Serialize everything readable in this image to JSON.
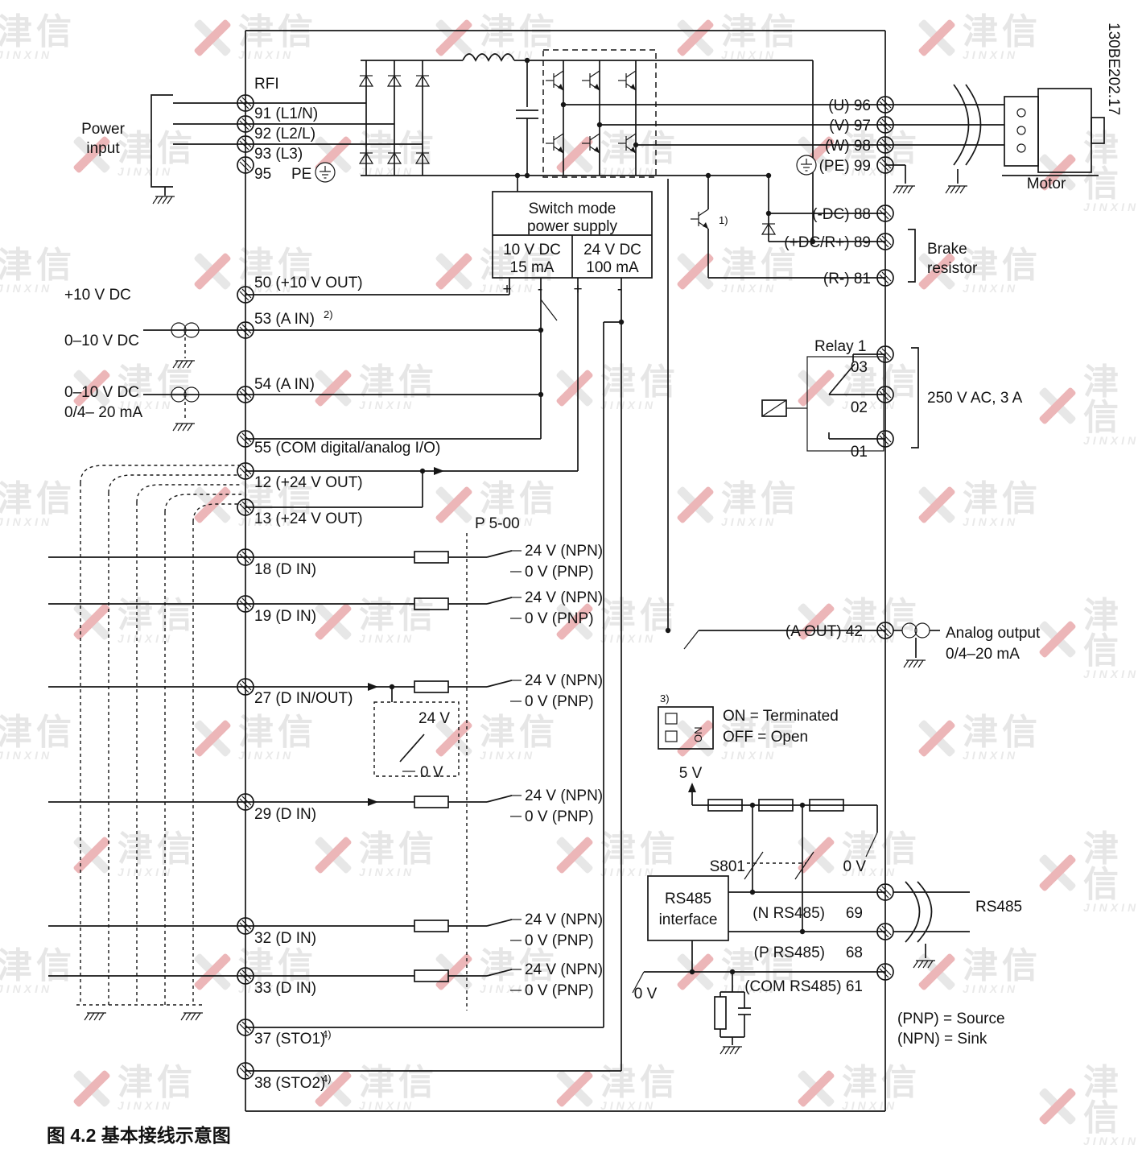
{
  "meta": {
    "doc_number": "130BE202.17",
    "caption": "图 4.2 基本接线示意图"
  },
  "watermark": {
    "cn": "津信",
    "en": "JINXIN"
  },
  "labels": {
    "power_line1": "Power",
    "power_line2": "input",
    "rfi": "RFI",
    "t91": "91 (L1/N)",
    "t92": "92 (L2/L)",
    "t93": "93 (L3)",
    "t95": "95",
    "pe": "PE",
    "plus10": "+10 V DC",
    "t50": "50 (+10 V OUT)",
    "range010_1": "0–10 V DC",
    "t53": "53 (A IN)",
    "sup2": "2)",
    "range010_2": "0–10 V DC",
    "range020": "0/4– 20  mA",
    "t54": "54 (A IN)",
    "t55": "55 (COM digital/analog I/O)",
    "t12": "12 (+24 V OUT)",
    "t13": "13 (+24 V OUT)",
    "p500": "P 5-00",
    "t18": "18 (D IN)",
    "t19": "19 (D IN)",
    "t27": "27 (D IN/OUT)",
    "v24": "24 V",
    "v0": "0 V",
    "t29": "29 (D IN)",
    "t32": "32 (D IN)",
    "t33": "33 (D IN)",
    "t37": "37 (STO1)",
    "t38": "38 (STO2)",
    "sup4": "4)",
    "npn": "24 V (NPN)",
    "pnp": "0 V (PNP)",
    "smps1": "Switch mode",
    "smps2": "power supply",
    "smps10": "10 V DC",
    "smps15": "15 mA",
    "smps24": "24 V DC",
    "smps100": "100 mA",
    "plus": "+",
    "minus": "-",
    "u96": "(U) 96",
    "v97": "(V) 97",
    "w98": "(W) 98",
    "pe99": "(PE) 99",
    "motor": "Motor",
    "dc88": "(-DC) 88",
    "dcr89": "(+DC/R+) 89",
    "r81": "(R-) 81",
    "sup1": "1)",
    "brake1": "Brake",
    "brake2": "resistor",
    "relay": "Relay 1",
    "c03": "03",
    "c02": "02",
    "c01": "01",
    "relay_rating": "250 V AC, 3 A",
    "aout": "(A OUT) 42",
    "analog1": "Analog output",
    "analog2": "0/4–20 mA",
    "sup3": "3)",
    "on_term": "ON = Terminated",
    "off_open": "OFF = Open",
    "on": "ON",
    "v5": "5 V",
    "s801": "S801",
    "rsif1": "RS485",
    "rsif2": "interface",
    "n485": "(N RS485)",
    "n69": "69",
    "p485": "(P RS485)",
    "n68": "68",
    "com485": "(COM RS485) 61",
    "rs485": "RS485",
    "pnp_source": "(PNP) = Source",
    "npn_sink": "(NPN) = Sink"
  }
}
